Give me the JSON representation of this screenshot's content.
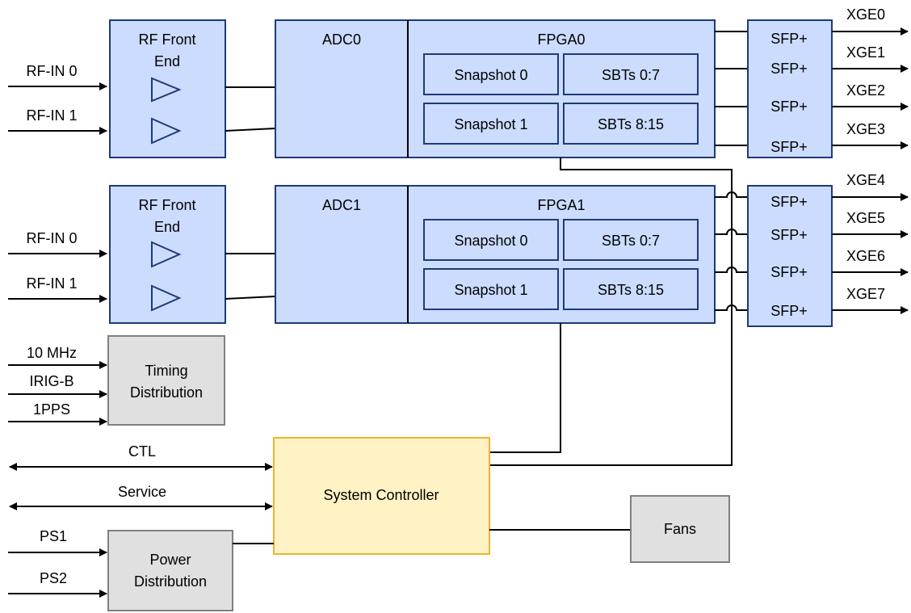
{
  "rf_front_end_label": [
    "RF Front",
    "End"
  ],
  "rf_inputs": [
    "RF-IN 0",
    "RF-IN 1"
  ],
  "adc0": "ADC0",
  "adc1": "ADC1",
  "fpga0": "FPGA0",
  "fpga1": "FPGA1",
  "snapshot0": "Snapshot 0",
  "snapshot1": "Snapshot 1",
  "sbts_low": "SBTs 0:7",
  "sbts_high": "SBTs 8:15",
  "sfp_label": "SFP+",
  "xge": [
    "XGE0",
    "XGE1",
    "XGE2",
    "XGE3",
    "XGE4",
    "XGE5",
    "XGE6",
    "XGE7"
  ],
  "timing_inputs": [
    "10 MHz",
    "IRIG-B",
    "1PPS"
  ],
  "timing_label": [
    "Timing",
    "Distribution"
  ],
  "ctl": "CTL",
  "service": "Service",
  "system_controller": "System Controller",
  "power_inputs": [
    "PS1",
    "PS2"
  ],
  "power_label": [
    "Power",
    "Distribution"
  ],
  "fans": "Fans",
  "colors": {
    "block_fill": "#ccdcff",
    "block_stroke": "#1f3a78",
    "support_fill": "#e0e0e0",
    "controller_fill": "#fff2c4",
    "controller_stroke": "#f2b42c"
  }
}
